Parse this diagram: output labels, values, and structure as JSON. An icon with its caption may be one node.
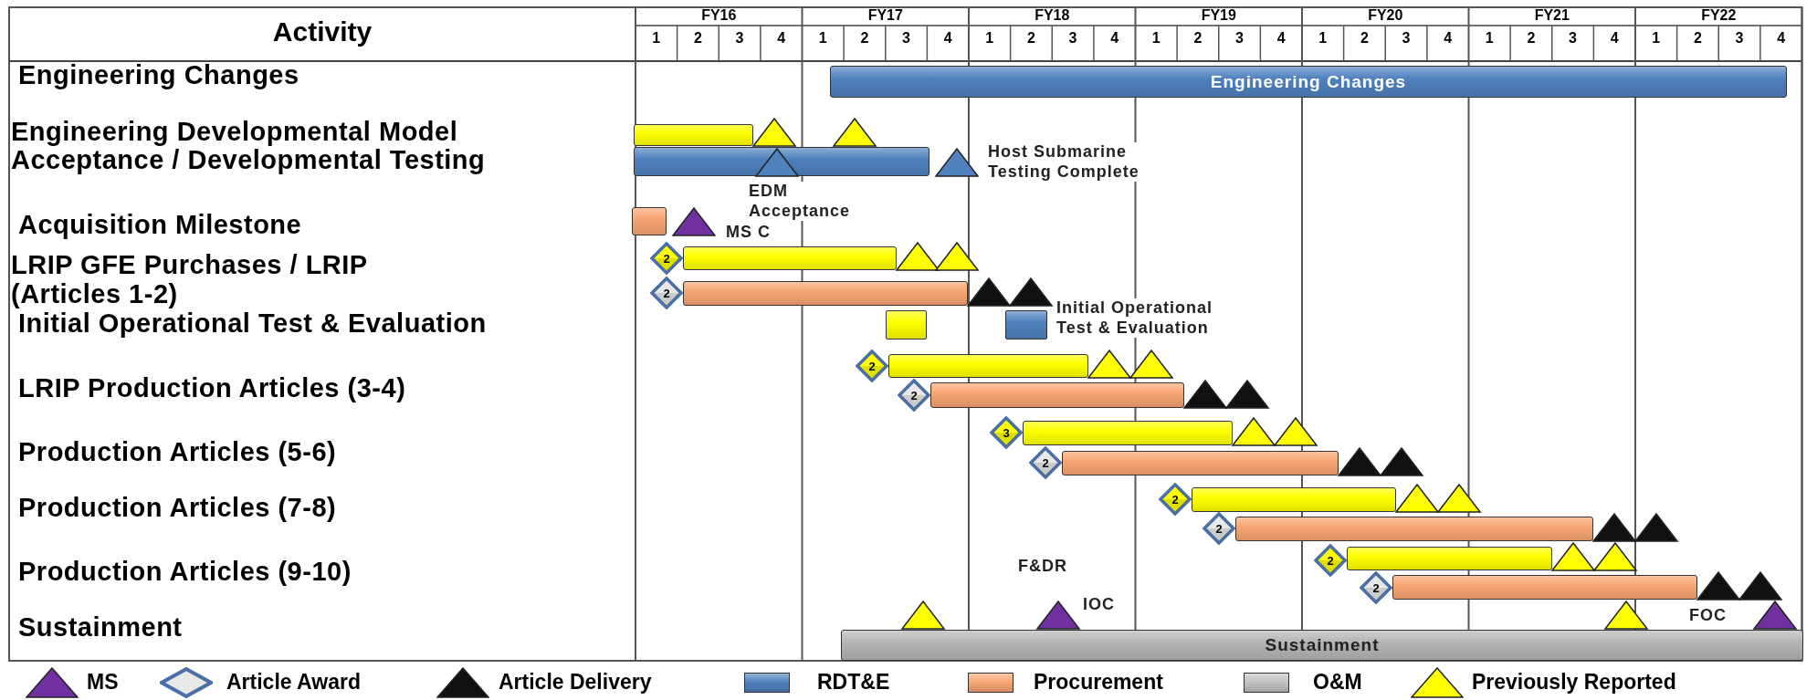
{
  "diagram": {
    "nodes": [
      {
        "text": [
          "Engineering Changes"
        ]
      },
      {
        "text": [],
        "shape": "bar"
      },
      {
        "text": [],
        "shape": "bar"
      },
      {
        "text": [],
        "shape": "bar"
      },
      {
        "text": [
          "2"
        ]
      },
      {
        "text": [],
        "shape": "bar"
      },
      {
        "text": [
          "2"
        ]
      },
      {
        "text": [],
        "shape": "bar"
      },
      {
        "text": [],
        "shape": "box"
      },
      {
        "text": [],
        "shape": "box"
      },
      {
        "text": [
          "2"
        ]
      },
      {
        "text": [],
        "shape": "bar"
      },
      {
        "text": [
          "2"
        ]
      },
      {
        "text": [],
        "shape": "bar"
      },
      {
        "text": [
          "3"
        ]
      },
      {
        "text": [],
        "shape": "bar"
      },
      {
        "text": [
          "2"
        ]
      },
      {
        "text": [],
        "shape": "bar"
      },
      {
        "text": [
          "2"
        ]
      },
      {
        "text": [],
        "shape": "bar"
      },
      {
        "text": [
          "2"
        ]
      },
      {
        "text": [],
        "shape": "bar"
      },
      {
        "text": [
          "2"
        ]
      },
      {
        "text": [],
        "shape": "bar"
      },
      {
        "text": [
          "2"
        ]
      },
      {
        "text": [],
        "shape": "bar"
      },
      {
        "text": [
          "Sustainment"
        ]
      }
    ],
    "labels": [
      "Activity",
      "FY16",
      "FY17",
      "FY18",
      "FY19",
      "FY20",
      "FY21",
      "FY22",
      "1",
      "2",
      "3",
      "4",
      "1",
      "2",
      "3",
      "4",
      "1",
      "2",
      "3",
      "4",
      "1",
      "2",
      "3",
      "4",
      "1",
      "2",
      "3",
      "4",
      "1",
      "2",
      "3",
      "4",
      "1",
      "2",
      "3",
      "4",
      "Engineering Changes",
      "Engineering Developmental Model Acceptance / Developmental Testing",
      "Acquisition Milestone",
      "LRIP GFE Purchases / LRIP (Articles 1-2)",
      "Initial Operational Test & Evaluation",
      "LRIP Production Articles (3-4)",
      "Production Articles (5-6)",
      "Production Articles (7-8)",
      "Production Articles (9-10)",
      "Sustainment",
      "Host Submarine Testing Complete",
      "EDM Acceptance",
      "MS C",
      "Initial Operational Test & Evaluation",
      "F&DR",
      "IOC",
      "FOC"
    ],
    "legend": [
      {
        "text": "MS"
      },
      {
        "text": "Article Award"
      },
      {
        "text": "Article Delivery"
      },
      {
        "text": "RDT&E",
        "color": "#4f81bd"
      },
      {
        "text": "Procurement",
        "color": "#f8a572"
      },
      {
        "text": "O&M",
        "color": "#c0c0c0"
      },
      {
        "text": "Previously Reported"
      }
    ]
  }
}
